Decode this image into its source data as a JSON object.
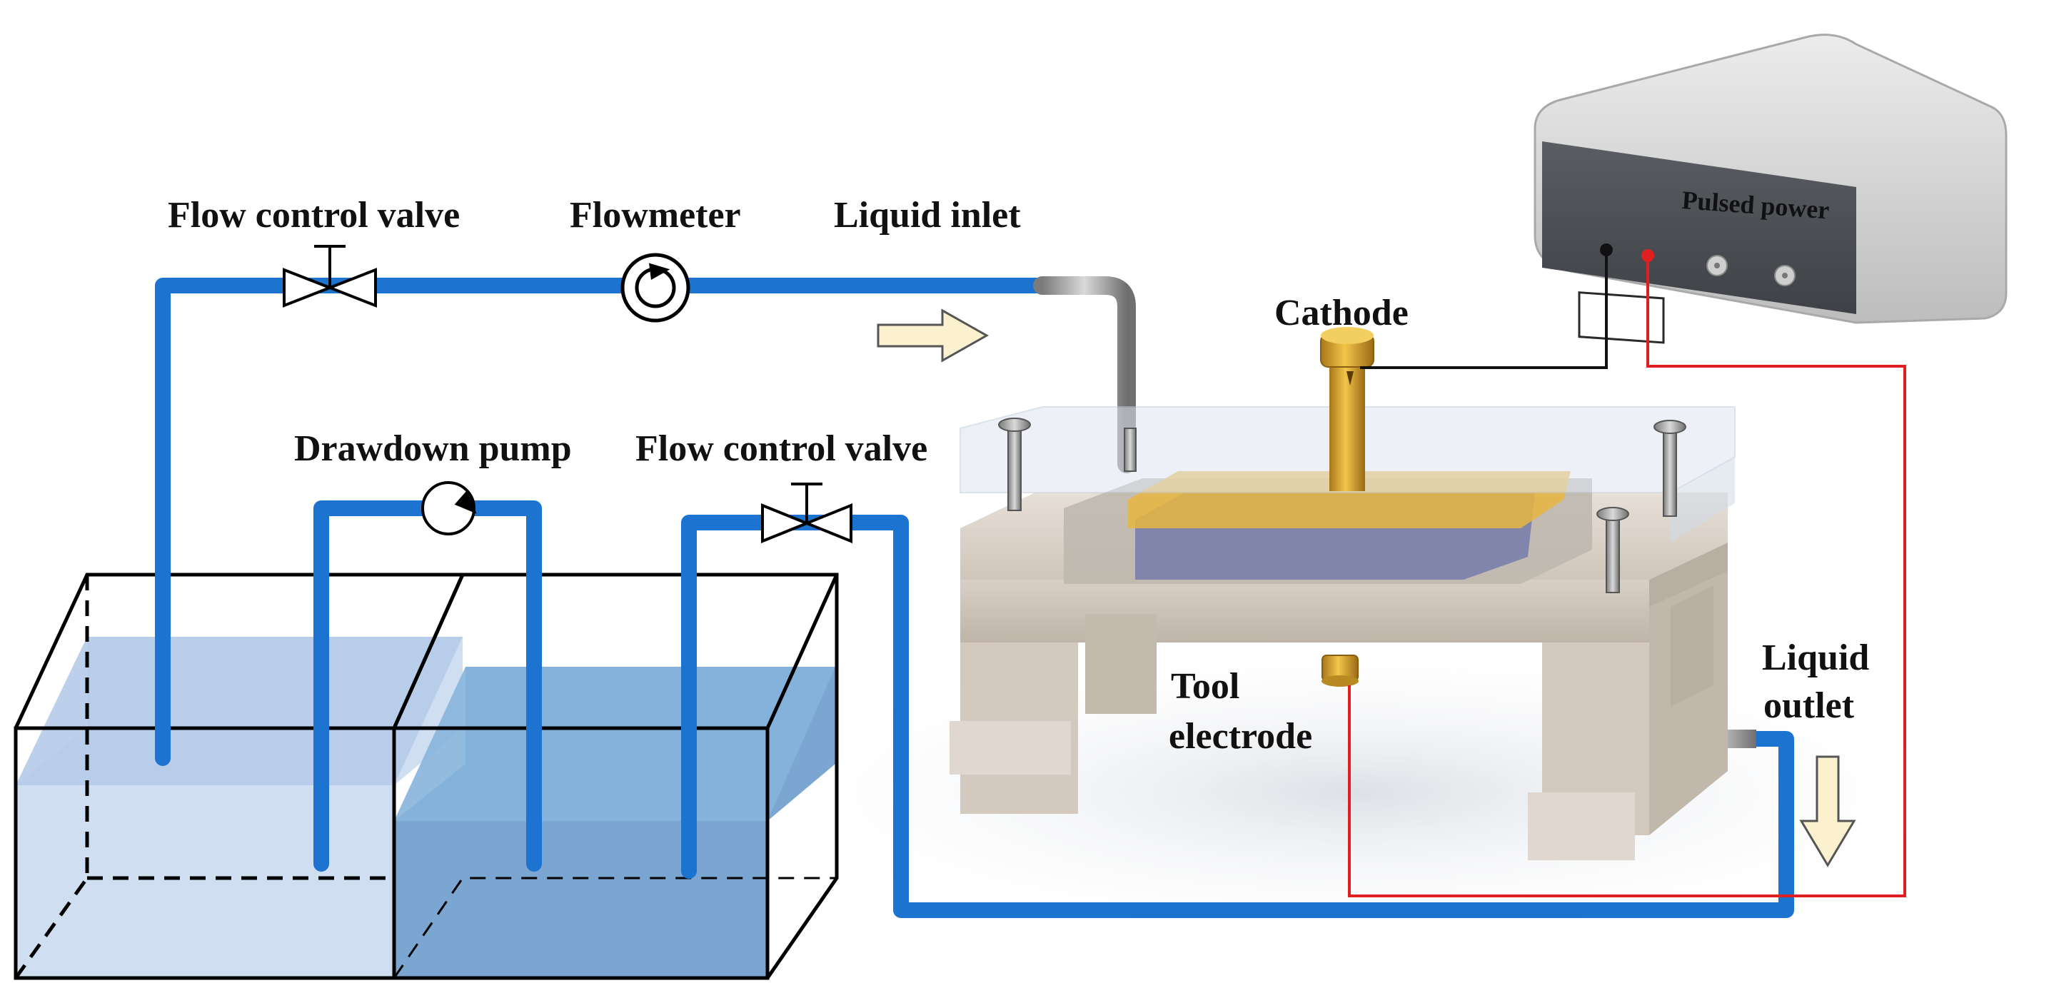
{
  "labels": {
    "flow_control_valve_top": "Flow control valve",
    "flowmeter": "Flowmeter",
    "liquid_inlet": "Liquid inlet",
    "drawdown_pump": "Drawdown pump",
    "flow_control_valve_mid": "Flow control valve",
    "cathode": "Cathode",
    "pulsed_power": "Pulsed power",
    "tool_electrode_line1": "Tool",
    "tool_electrode_line2": "electrode",
    "liquid_outlet_line1": "Liquid",
    "liquid_outlet_line2": "outlet"
  },
  "colors": {
    "pipe": "#1c74d0",
    "pipe_dark": "#155fb0",
    "positive_wire": "#e02020",
    "negative_wire": "#111111",
    "tank_left_water": "#c7d8ef",
    "tank_right_water": "#6b9ccc",
    "fixture": "#d6ccc2",
    "brass": "#d6a12a",
    "arrow_fill": "#fbf1cf"
  }
}
